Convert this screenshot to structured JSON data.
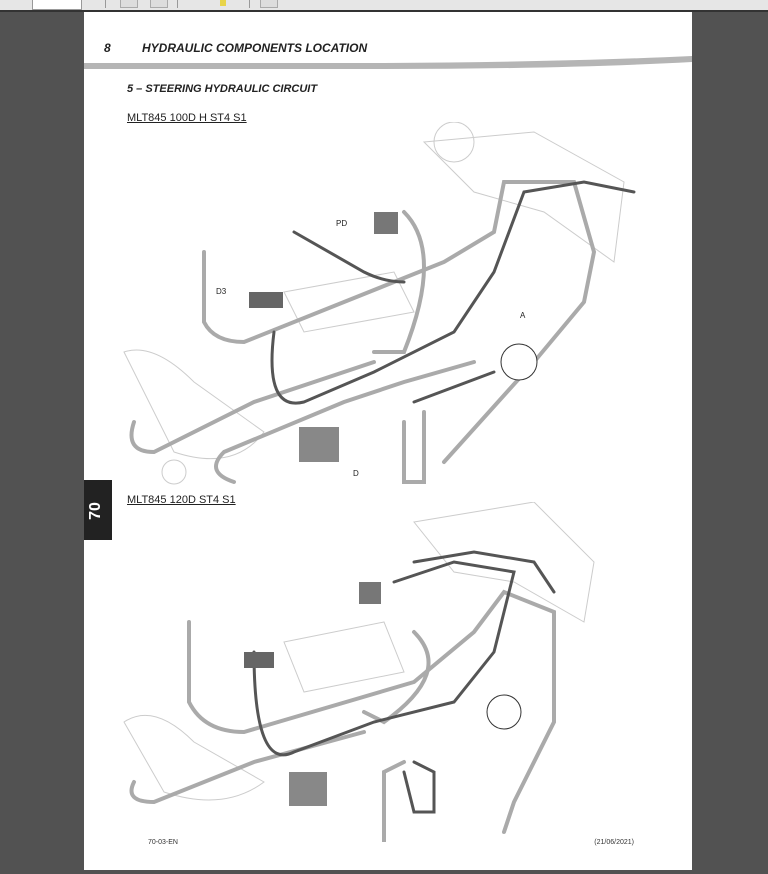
{
  "toolbar": {
    "page_input": ""
  },
  "page": {
    "header": {
      "number": "8",
      "title": "HYDRAULIC COMPONENTS LOCATION"
    },
    "section_title": "5 – STEERING HYDRAULIC CIRCUIT",
    "side_tab": "70",
    "diagrams": [
      {
        "model": "MLT845 100D H ST4 S1",
        "labels": {
          "pd": "PD",
          "d3": "D3",
          "a": "A",
          "d": "D"
        }
      },
      {
        "model": "MLT845 120D ST4 S1"
      }
    ],
    "footer": {
      "doc_code": "70-03-EN",
      "date": "(21/06/2021)"
    }
  },
  "colors": {
    "pipe_light": "#aaaaaa",
    "pipe_dark": "#555555",
    "background": "#525252"
  }
}
